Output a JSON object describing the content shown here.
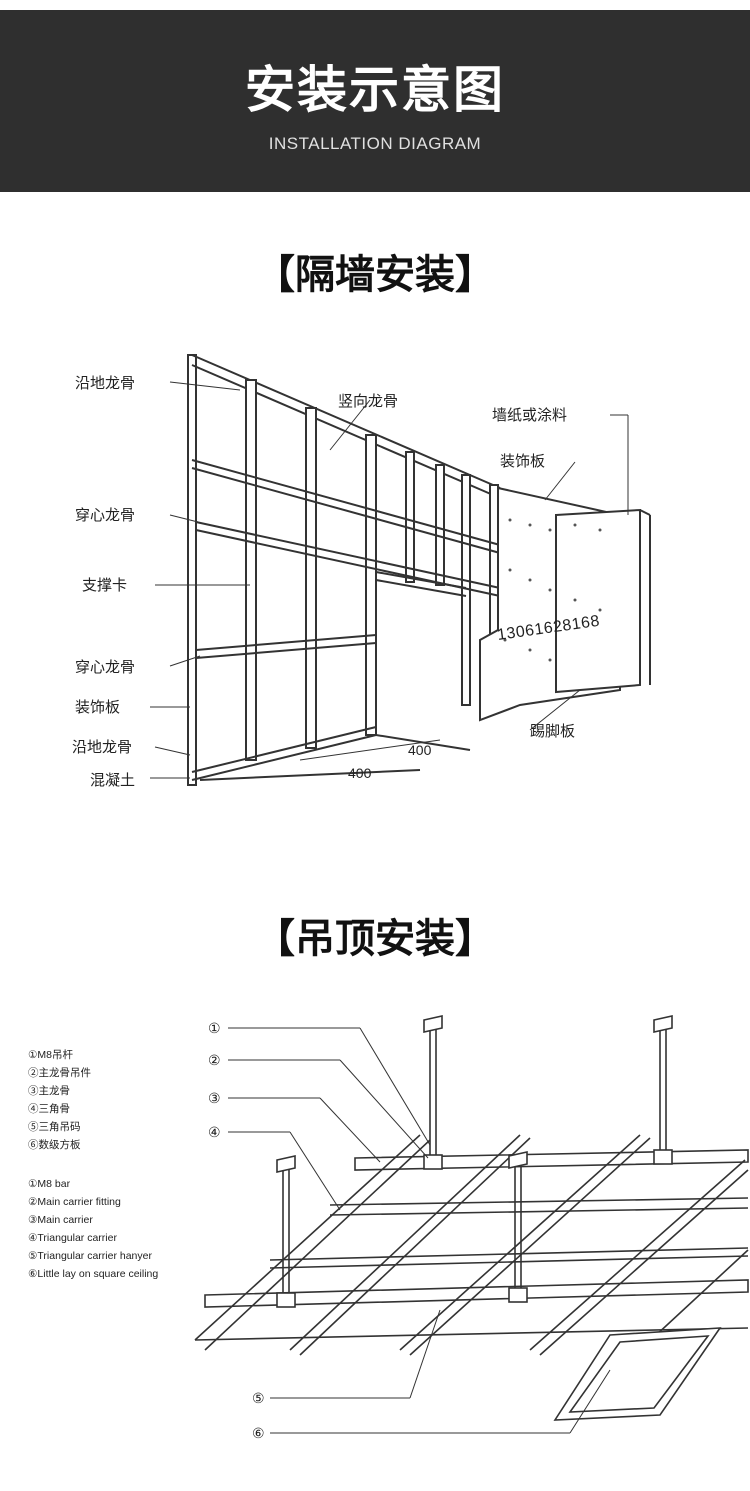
{
  "header": {
    "title": "安装示意图",
    "subtitle": "INSTALLATION DIAGRAM"
  },
  "partition": {
    "title": "【隔墙安装】",
    "labels": {
      "floor_track_top": "沿地龙骨",
      "vertical_stud": "竖向龙骨",
      "wallpaper": "墙纸或涂料",
      "decor_board_right": "装饰板",
      "through_channel_1": "穿心龙骨",
      "support_clip": "支撑卡",
      "through_channel_2": "穿心龙骨",
      "decor_board_left": "装饰板",
      "floor_track_bottom": "沿地龙骨",
      "concrete": "混凝土",
      "skirting": "踢脚板",
      "phone": "13061628168",
      "dim1": "400",
      "dim2": "400"
    }
  },
  "ceiling": {
    "title": "【吊顶安装】",
    "legend_cn": [
      "①M8吊杆",
      "②主龙骨吊件",
      "③主龙骨",
      "④三角骨",
      "⑤三角吊码",
      "⑥数级方板"
    ],
    "legend_en": [
      "①M8 bar",
      "②Main carrier fitting",
      "③Main carrier",
      "④Triangular carrier",
      "⑤Triangular carrier hanyer",
      "⑥Little lay on square ceiling"
    ],
    "callouts": [
      "①",
      "②",
      "③",
      "④",
      "⑤",
      "⑥"
    ]
  },
  "colors": {
    "header_bg": "#2f2f2f",
    "line": "#333333"
  }
}
